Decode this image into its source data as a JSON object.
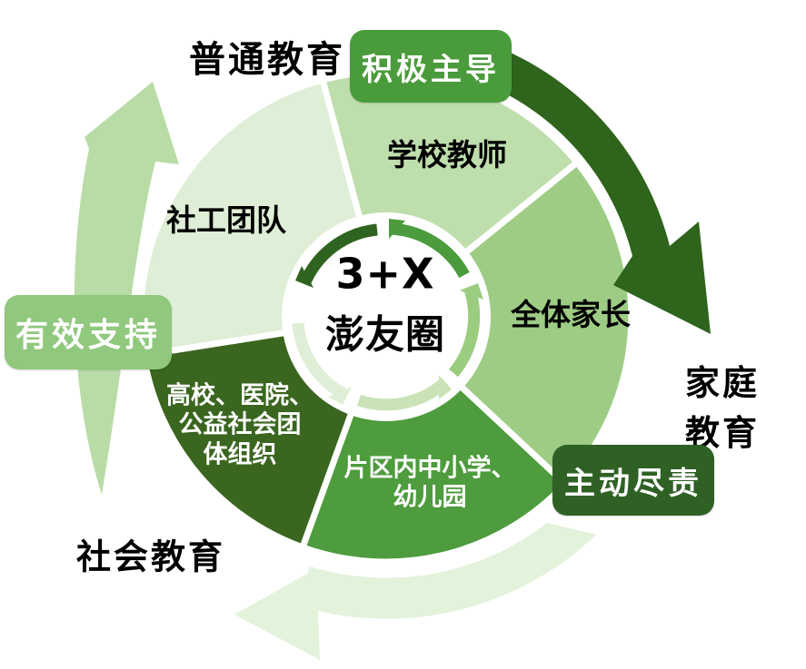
{
  "diagram": {
    "center": {
      "line1": "3+X",
      "line2": "澎友圈"
    },
    "segments": [
      {
        "name": "school-teachers",
        "label": "学校教师",
        "color": "#BEDEAC",
        "text_color": "#000000"
      },
      {
        "name": "all-parents",
        "label": "全体家长",
        "color": "#9ECC85",
        "text_color": "#000000"
      },
      {
        "name": "district-schools-kindergartens",
        "label": "片区内中小学、\n幼儿园",
        "color": "#4E9C3D",
        "text_color": "#FFFFFF"
      },
      {
        "name": "universities-hospitals-charities",
        "label": "高校、医院、\n公益社会团\n体组织",
        "color": "#3A661F",
        "text_color": "#FFFFFF"
      },
      {
        "name": "social-work-team",
        "label": "社工团队",
        "color": "#DFEED6",
        "text_color": "#000000"
      }
    ],
    "outer_labels": [
      {
        "name": "general-education",
        "text": "普通教育",
        "color": "#000000"
      },
      {
        "name": "family-education",
        "text": "家庭教育",
        "color": "#000000"
      },
      {
        "name": "social-education",
        "text": "社会教育",
        "color": "#000000"
      }
    ],
    "badges": [
      {
        "name": "actively-lead",
        "text": "积极主导",
        "color": "#4A9B3B",
        "text_color": "#FFFFFF"
      },
      {
        "name": "proactively-responsible",
        "text": "主动尽责",
        "color": "#2F6125",
        "text_color": "#FFFFFF"
      },
      {
        "name": "effective-support",
        "text": "有效支持",
        "color": "#90C87D",
        "text_color": "#FFFFFF"
      }
    ],
    "arrows": {
      "clockwise_dark": {
        "name": "dark-clockwise-arrow",
        "color": "#2E641C"
      },
      "left_up": {
        "name": "left-upward-arrow",
        "color": "#B9DCA6"
      },
      "bottom_left": {
        "name": "bottom-leftward-arrow",
        "color": "#E3F2DB"
      }
    },
    "ring_colors": [
      "#2E6420",
      "#4C9B3D",
      "#9BCD81",
      "#C9E3B7",
      "#DFEED6"
    ],
    "background": "#FFFFFF"
  }
}
